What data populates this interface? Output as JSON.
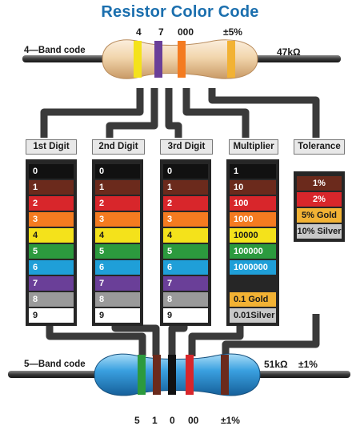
{
  "title": "Resistor Color Code",
  "four_band": {
    "label": "4—Band code",
    "value": "47kΩ",
    "digits": [
      "4",
      "7",
      "000",
      "±5%"
    ]
  },
  "five_band": {
    "label": "5—Band code",
    "value": "51kΩ",
    "tolerance": "±1%",
    "digits": [
      "5",
      "1",
      "0",
      "00",
      "±1%"
    ]
  },
  "columns": [
    {
      "header": "1st Digit",
      "rows": [
        {
          "label": "0",
          "color": "#111111",
          "text": "#ffffff"
        },
        {
          "label": "1",
          "color": "#6b2a1c",
          "text": "#ffffff"
        },
        {
          "label": "2",
          "color": "#d8262b",
          "text": "#ffffff"
        },
        {
          "label": "3",
          "color": "#f47b20",
          "text": "#ffffff"
        },
        {
          "label": "4",
          "color": "#f4e21b",
          "text": "#1a1a1a"
        },
        {
          "label": "5",
          "color": "#2c9a3e",
          "text": "#ffffff"
        },
        {
          "label": "6",
          "color": "#1f9fd8",
          "text": "#ffffff"
        },
        {
          "label": "7",
          "color": "#6a3f98",
          "text": "#ffffff"
        },
        {
          "label": "8",
          "color": "#9a9a9a",
          "text": "#ffffff"
        },
        {
          "label": "9",
          "color": "#ffffff",
          "text": "#1a1a1a"
        }
      ]
    },
    {
      "header": "2nd Digit",
      "rows": [
        {
          "label": "0",
          "color": "#111111",
          "text": "#ffffff"
        },
        {
          "label": "1",
          "color": "#6b2a1c",
          "text": "#ffffff"
        },
        {
          "label": "2",
          "color": "#d8262b",
          "text": "#ffffff"
        },
        {
          "label": "3",
          "color": "#f47b20",
          "text": "#ffffff"
        },
        {
          "label": "4",
          "color": "#f4e21b",
          "text": "#1a1a1a"
        },
        {
          "label": "5",
          "color": "#2c9a3e",
          "text": "#ffffff"
        },
        {
          "label": "6",
          "color": "#1f9fd8",
          "text": "#ffffff"
        },
        {
          "label": "7",
          "color": "#6a3f98",
          "text": "#ffffff"
        },
        {
          "label": "8",
          "color": "#9a9a9a",
          "text": "#ffffff"
        },
        {
          "label": "9",
          "color": "#ffffff",
          "text": "#1a1a1a"
        }
      ]
    },
    {
      "header": "3rd Digit",
      "rows": [
        {
          "label": "0",
          "color": "#111111",
          "text": "#ffffff"
        },
        {
          "label": "1",
          "color": "#6b2a1c",
          "text": "#ffffff"
        },
        {
          "label": "2",
          "color": "#d8262b",
          "text": "#ffffff"
        },
        {
          "label": "3",
          "color": "#f47b20",
          "text": "#ffffff"
        },
        {
          "label": "4",
          "color": "#f4e21b",
          "text": "#1a1a1a"
        },
        {
          "label": "5",
          "color": "#2c9a3e",
          "text": "#ffffff"
        },
        {
          "label": "6",
          "color": "#1f9fd8",
          "text": "#ffffff"
        },
        {
          "label": "7",
          "color": "#6a3f98",
          "text": "#ffffff"
        },
        {
          "label": "8",
          "color": "#9a9a9a",
          "text": "#ffffff"
        },
        {
          "label": "9",
          "color": "#ffffff",
          "text": "#1a1a1a"
        }
      ]
    },
    {
      "header": "Multiplier",
      "rows": [
        {
          "label": "1",
          "color": "#111111",
          "text": "#ffffff"
        },
        {
          "label": "10",
          "color": "#6b2a1c",
          "text": "#ffffff"
        },
        {
          "label": "100",
          "color": "#d8262b",
          "text": "#ffffff"
        },
        {
          "label": "1000",
          "color": "#f47b20",
          "text": "#ffffff"
        },
        {
          "label": "10000",
          "color": "#f4e21b",
          "text": "#1a1a1a"
        },
        {
          "label": "100000",
          "color": "#2c9a3e",
          "text": "#ffffff"
        },
        {
          "label": "1000000",
          "color": "#1f9fd8",
          "text": "#ffffff"
        },
        {
          "label": "",
          "color": "#262626",
          "text": "#ffffff"
        },
        {
          "label": "0.1 Gold",
          "color": "#f2b234",
          "text": "#1a1a1a"
        },
        {
          "label": "0.01Silver",
          "color": "#c8c8c8",
          "text": "#1a1a1a"
        }
      ]
    },
    {
      "header": "Tolerance",
      "rows": [
        {
          "label": "1%",
          "color": "#6b2a1c",
          "text": "#ffffff"
        },
        {
          "label": "2%",
          "color": "#d8262b",
          "text": "#ffffff"
        },
        {
          "label": "5% Gold",
          "color": "#f2b234",
          "text": "#1a1a1a"
        },
        {
          "label": "10% Silver",
          "color": "#c8c8c8",
          "text": "#1a1a1a"
        }
      ]
    }
  ],
  "colors": {
    "title": "#1b6fae",
    "wire": "#3a3a3a",
    "resistor_4band_body": "#f2d8b0",
    "resistor_5band_body": "#3aa0e0"
  },
  "four_band_stripes": [
    "#f4e21b",
    "#6a3f98",
    "#f47b20",
    "#f2b234"
  ],
  "five_band_stripes": [
    "#2c9a3e",
    "#6b2a1c",
    "#111111",
    "#d8262b",
    "#6b2a1c"
  ]
}
